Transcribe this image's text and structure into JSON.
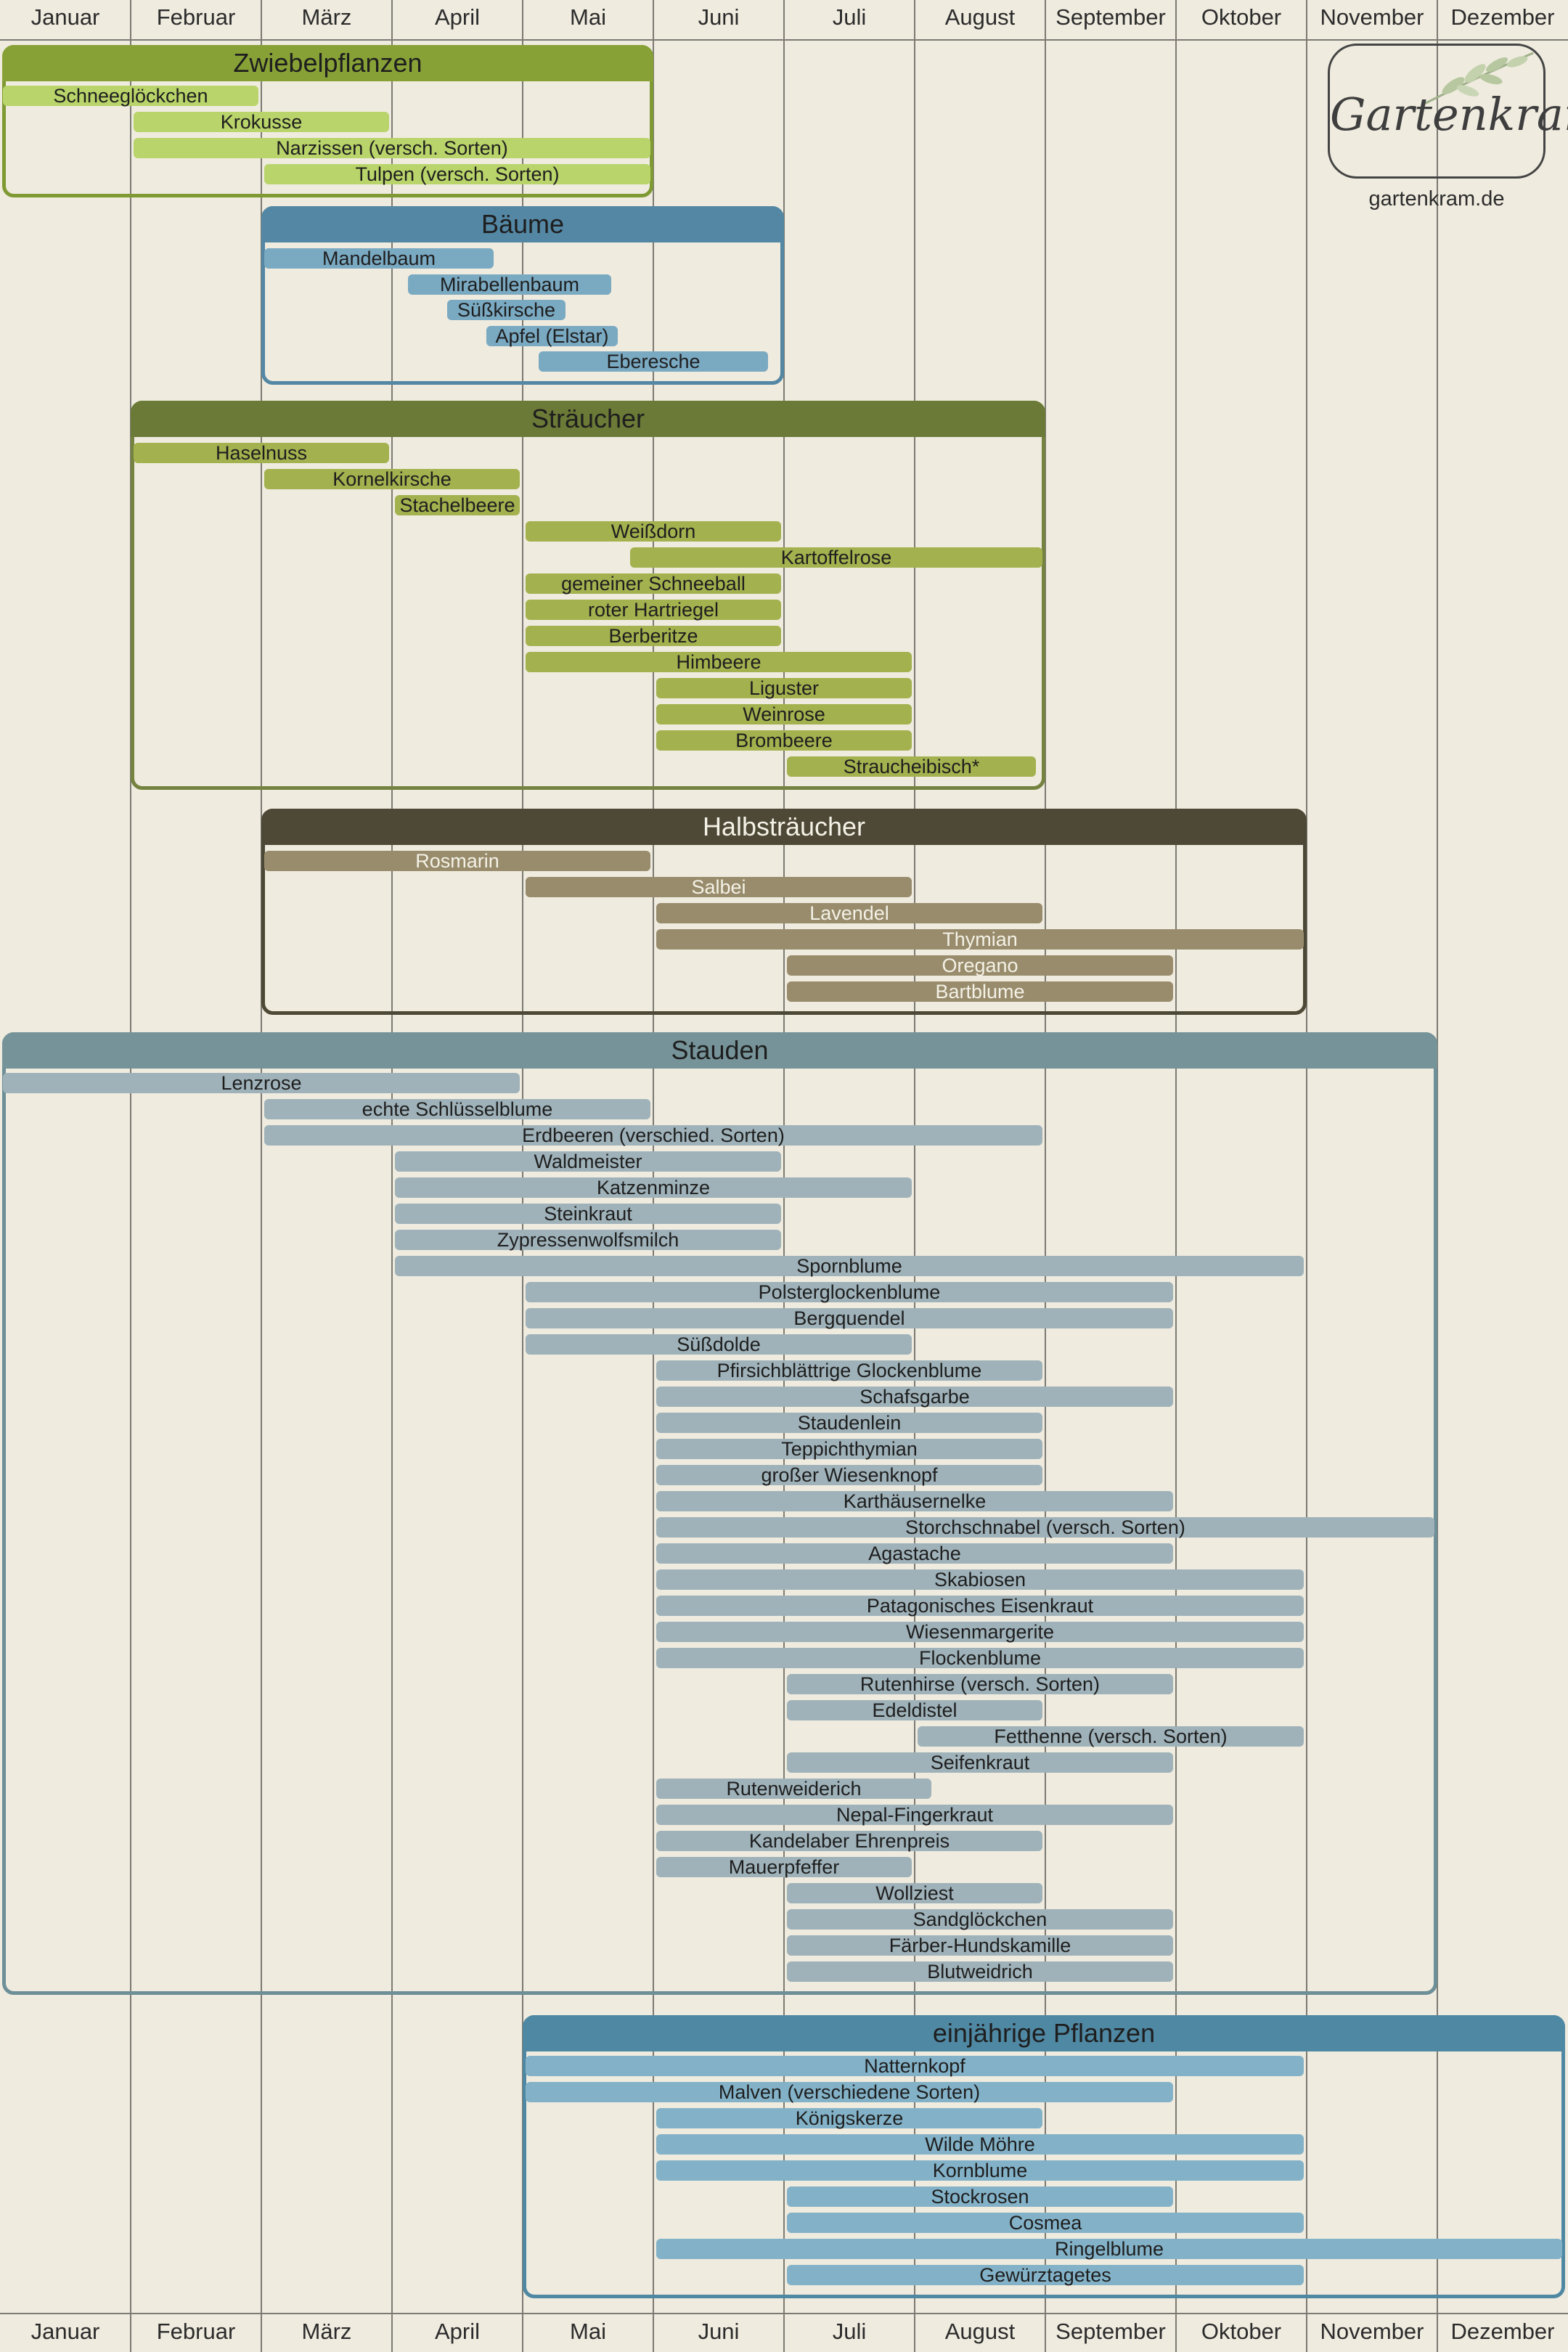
{
  "chart_data": {
    "type": "gantt",
    "months": [
      "Januar",
      "Februar",
      "März",
      "April",
      "Mai",
      "Juni",
      "Juli",
      "August",
      "September",
      "Oktober",
      "November",
      "Dezember"
    ],
    "groups": [
      {
        "name": "Zwiebelpflanzen",
        "header_color": "#87a137",
        "bar_color": "#b9d46a",
        "border_color": "#7f9a32",
        "text_color": "#1e1e1e",
        "span": [
          0,
          5
        ],
        "items": [
          {
            "name": "Schneeglöckchen",
            "start": 0,
            "end": 2
          },
          {
            "name": "Krokusse",
            "start": 1,
            "end": 3
          },
          {
            "name": "Narzissen (versch. Sorten)",
            "start": 1,
            "end": 5
          },
          {
            "name": "Tulpen (versch. Sorten)",
            "start": 2,
            "end": 5
          }
        ]
      },
      {
        "name": "Bäume",
        "header_color": "#5387a4",
        "bar_color": "#7aa9c2",
        "border_color": "#5387a4",
        "text_color": "#1e1e1e",
        "span": [
          2,
          6
        ],
        "items": [
          {
            "name": "Mandelbaum",
            "start": 2,
            "end": 3.8
          },
          {
            "name": "Mirabellenbaum",
            "start": 3.1,
            "end": 4.7
          },
          {
            "name": "Süßkirsche",
            "start": 3.4,
            "end": 4.35
          },
          {
            "name": "Apfel (Elstar)",
            "start": 3.7,
            "end": 4.75
          },
          {
            "name": "Eberesche",
            "start": 4.1,
            "end": 5.9
          }
        ]
      },
      {
        "name": "Sträucher",
        "header_color": "#6b7a36",
        "bar_color": "#a3b14e",
        "border_color": "#748340",
        "text_color": "#1e1e1e",
        "span": [
          1,
          8
        ],
        "items": [
          {
            "name": "Haselnuss",
            "start": 1,
            "end": 3
          },
          {
            "name": "Kornelkirsche",
            "start": 2,
            "end": 4
          },
          {
            "name": "Stachelbeere",
            "start": 3,
            "end": 4
          },
          {
            "name": "Weißdorn",
            "start": 4,
            "end": 6
          },
          {
            "name": "Kartoffelrose",
            "start": 4.8,
            "end": 8
          },
          {
            "name": "gemeiner Schneeball",
            "start": 4,
            "end": 6
          },
          {
            "name": "roter Hartriegel",
            "start": 4,
            "end": 6
          },
          {
            "name": "Berberitze",
            "start": 4,
            "end": 6
          },
          {
            "name": "Himbeere",
            "start": 4,
            "end": 7
          },
          {
            "name": "Liguster",
            "start": 5,
            "end": 7
          },
          {
            "name": "Weinrose",
            "start": 5,
            "end": 7
          },
          {
            "name": "Brombeere",
            "start": 5,
            "end": 7
          },
          {
            "name": "Straucheibisch*",
            "start": 6,
            "end": 7.95
          }
        ]
      },
      {
        "name": "Halbsträucher",
        "header_color": "#4e4936",
        "bar_color": "#988c6c",
        "border_color": "#4e4936",
        "text_color": "#f4f1e6",
        "span": [
          2,
          10
        ],
        "items": [
          {
            "name": "Rosmarin",
            "start": 2,
            "end": 5
          },
          {
            "name": "Salbei",
            "start": 4,
            "end": 7
          },
          {
            "name": "Lavendel",
            "start": 5,
            "end": 8
          },
          {
            "name": "Thymian",
            "start": 5,
            "end": 10
          },
          {
            "name": "Oregano",
            "start": 6,
            "end": 9
          },
          {
            "name": "Bartblume",
            "start": 6,
            "end": 9
          }
        ]
      },
      {
        "name": "Stauden",
        "header_color": "#759398",
        "bar_color": "#9fb2b9",
        "border_color": "#6d8f97",
        "text_color": "#1e1e1e",
        "span": [
          0,
          11
        ],
        "items": [
          {
            "name": "Lenzrose",
            "start": 0,
            "end": 4
          },
          {
            "name": "echte Schlüsselblume",
            "start": 2,
            "end": 5
          },
          {
            "name": "Erdbeeren (verschied. Sorten)",
            "start": 2,
            "end": 8
          },
          {
            "name": "Waldmeister",
            "start": 3,
            "end": 6
          },
          {
            "name": "Katzenminze",
            "start": 3,
            "end": 7
          },
          {
            "name": "Steinkraut",
            "start": 3,
            "end": 6
          },
          {
            "name": "Zypressenwolfsmilch",
            "start": 3,
            "end": 6
          },
          {
            "name": "Spornblume",
            "start": 3,
            "end": 10
          },
          {
            "name": "Polsterglockenblume",
            "start": 4,
            "end": 9
          },
          {
            "name": "Bergquendel",
            "start": 4,
            "end": 9
          },
          {
            "name": "Süßdolde",
            "start": 4,
            "end": 7
          },
          {
            "name": "Pfirsichblättrige Glockenblume",
            "start": 5,
            "end": 8
          },
          {
            "name": "Schafsgarbe",
            "start": 5,
            "end": 9
          },
          {
            "name": "Staudenlein",
            "start": 5,
            "end": 8
          },
          {
            "name": "Teppichthymian",
            "start": 5,
            "end": 8
          },
          {
            "name": "großer Wiesenknopf",
            "start": 5,
            "end": 8
          },
          {
            "name": "Karthäusernelke",
            "start": 5,
            "end": 9
          },
          {
            "name": "Storchschnabel (versch. Sorten)",
            "start": 5,
            "end": 11
          },
          {
            "name": "Agastache",
            "start": 5,
            "end": 9
          },
          {
            "name": "Skabiosen",
            "start": 5,
            "end": 10
          },
          {
            "name": "Patagonisches Eisenkraut",
            "start": 5,
            "end": 10
          },
          {
            "name": "Wiesenmargerite",
            "start": 5,
            "end": 10
          },
          {
            "name": "Flockenblume",
            "start": 5,
            "end": 10
          },
          {
            "name": "Rutenhirse (versch. Sorten)",
            "start": 6,
            "end": 9
          },
          {
            "name": "Edeldistel",
            "start": 6,
            "end": 8
          },
          {
            "name": "Fetthenne (versch. Sorten)",
            "start": 7,
            "end": 10
          },
          {
            "name": "Seifenkraut",
            "start": 6,
            "end": 9
          },
          {
            "name": "Rutenweiderich",
            "start": 5,
            "end": 7.15
          },
          {
            "name": "Nepal-Fingerkraut",
            "start": 5,
            "end": 9
          },
          {
            "name": "Kandelaber Ehrenpreis",
            "start": 5,
            "end": 8
          },
          {
            "name": "Mauerpfeffer",
            "start": 5,
            "end": 7
          },
          {
            "name": "Wollziest",
            "start": 6,
            "end": 8
          },
          {
            "name": "Sandglöckchen",
            "start": 6,
            "end": 9
          },
          {
            "name": "Färber-Hundskamille",
            "start": 6,
            "end": 9
          },
          {
            "name": "Blutweidrich",
            "start": 6,
            "end": 9
          }
        ]
      },
      {
        "name": "einjährige Pflanzen",
        "header_color": "#4f88a3",
        "bar_color": "#83b2c8",
        "border_color": "#4f88a3",
        "text_color": "#1e1e1e",
        "span": [
          4,
          12
        ],
        "items": [
          {
            "name": "Natternkopf",
            "start": 4,
            "end": 10
          },
          {
            "name": "Malven (verschiedene Sorten)",
            "start": 4,
            "end": 9
          },
          {
            "name": "Königskerze",
            "start": 5,
            "end": 8
          },
          {
            "name": "Wilde Möhre",
            "start": 5,
            "end": 10
          },
          {
            "name": "Kornblume",
            "start": 5,
            "end": 10
          },
          {
            "name": "Stockrosen",
            "start": 6,
            "end": 9
          },
          {
            "name": "Cosmea",
            "start": 6,
            "end": 10
          },
          {
            "name": "Ringelblume",
            "start": 5,
            "end": 12
          },
          {
            "name": "Gewürztagetes",
            "start": 6,
            "end": 10
          }
        ]
      }
    ]
  },
  "logo": {
    "text": "Gartenkram",
    "url": "gartenkram.de"
  }
}
